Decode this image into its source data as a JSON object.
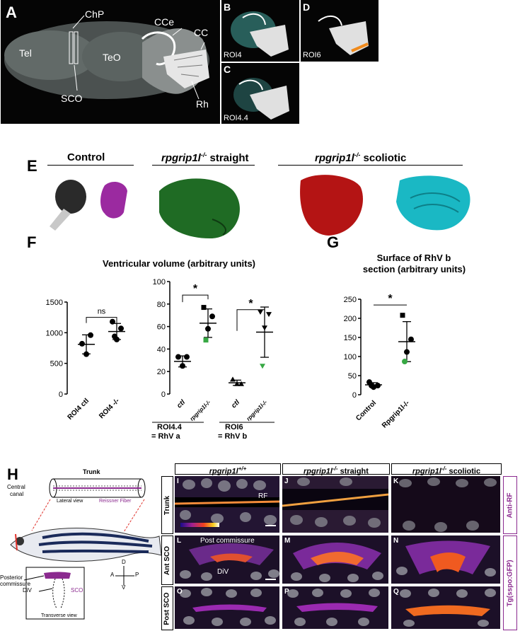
{
  "panelA": {
    "letter": "A",
    "labels": {
      "chp": "ChP",
      "cce": "CCe",
      "cc": "CC",
      "tel": "Tel",
      "teo": "TeO",
      "sco": "SCO",
      "rh": "Rh"
    }
  },
  "panelB": {
    "letter": "B",
    "roi": "ROI4"
  },
  "panelC": {
    "letter": "C",
    "roi": "ROI4.4"
  },
  "panelD": {
    "letter": "D",
    "roi": "ROI6"
  },
  "panelE": {
    "letter": "E",
    "control": "Control",
    "straight_gene": "rpgrip1l",
    "straight_sup": "-/-",
    "straight_suffix": " straight",
    "scoliotic_gene": "rpgrip1l",
    "scoliotic_sup": "-/-",
    "scoliotic_suffix": " scoliotic"
  },
  "panelF": {
    "letter": "F",
    "title": "Ventricular volume (arbitrary units)",
    "ns": "ns",
    "star": "*",
    "group1": "ROI4.4",
    "group1b": "= RhV a",
    "group2": "ROI6",
    "group2b": "= RhV b"
  },
  "panelG": {
    "letter": "G",
    "title1": "Surface of RhV b",
    "title2": "section (arbitrary units)",
    "star": "*"
  },
  "panelH": {
    "letter": "H",
    "trunk": "Trunk",
    "central_canal_1": "Central",
    "central_canal_2": "canal",
    "lateral_view": "Lateral view",
    "reissner": "Reissner Fiber",
    "posterior_1": "Posterior",
    "posterior_2": "commissure",
    "div": "DiV",
    "sco": "SCO",
    "transverse": "Transverse view",
    "axis_d": "D",
    "axis_v": "V",
    "axis_a": "A",
    "axis_p": "P"
  },
  "microscopy": {
    "col_headers": [
      {
        "gene": "rpgrip1l",
        "sup": "+/+",
        "suffix": ""
      },
      {
        "gene": "rpgrip1l",
        "sup": "-/-",
        "suffix": " straight"
      },
      {
        "gene": "rpgrip1l",
        "sup": "-/-",
        "suffix": " scoliotic"
      }
    ],
    "row_labels": [
      "Trunk",
      "Ant SCO",
      "Post SCO"
    ],
    "letters": [
      "I",
      "J",
      "K",
      "L",
      "M",
      "N",
      "O",
      "P",
      "Q"
    ],
    "rf": "RF",
    "post_commissure": "Post commissure",
    "div": "DiV",
    "right_labels": [
      "Anti-RF",
      "Tg(sspo:GFP)"
    ]
  },
  "chart_data": [
    {
      "type": "scatter",
      "title": "Ventricular volume (arbitrary units)",
      "categories": [
        "ROI4 ctl",
        "ROI4 -/-"
      ],
      "ylim": [
        0,
        1500
      ],
      "yticks": [
        0,
        500,
        1000,
        1500
      ],
      "series": [
        {
          "values": [
            [
              820,
              960,
              650
            ],
            [
              1180,
              1070,
              890,
              940
            ]
          ]
        }
      ],
      "means": [
        810,
        1020
      ],
      "annotation": "ns"
    },
    {
      "type": "scatter",
      "categories": [
        "ctl",
        "rpgrip1l-/-",
        "ctl",
        "rpgrip1l-/-"
      ],
      "ylim": [
        0,
        100
      ],
      "yticks": [
        0,
        20,
        40,
        60,
        80,
        100
      ],
      "series": [
        {
          "values": [
            [
              33,
              33,
              25
            ],
            [
              77,
              69,
              58,
              48
            ],
            [
              13,
              9,
              9
            ],
            [
              73,
              71,
              59,
              25
            ]
          ]
        }
      ],
      "means": [
        29,
        63,
        10,
        55
      ],
      "annotation": "*"
    },
    {
      "type": "scatter",
      "title": "Surface of RhV b section (arbitrary units)",
      "categories": [
        "Control",
        "Rpgrip1l-/-"
      ],
      "ylim": [
        0,
        250
      ],
      "yticks": [
        0,
        50,
        100,
        150,
        200,
        250
      ],
      "series": [
        {
          "values": [
            [
              33,
              24,
              20,
              24
            ],
            [
              208,
              145,
              112,
              87
            ]
          ]
        }
      ],
      "means": [
        26,
        139
      ],
      "annotation": "*"
    }
  ]
}
